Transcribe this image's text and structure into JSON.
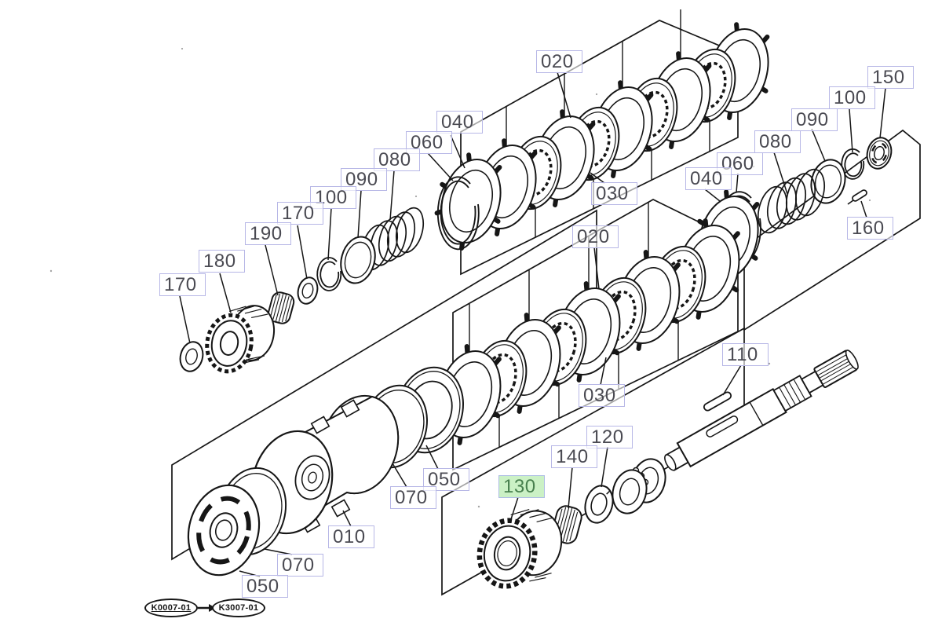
{
  "page": {
    "background": "#ffffff"
  },
  "palette": {
    "line_color": "#161616",
    "label_border": "#b7b7e6",
    "label_text": "#4a4a52",
    "label_background": "rgba(255,255,255,0.62)",
    "highlight_background": "#cbf1c5",
    "highlight_text": "#48804e"
  },
  "labels": {
    "l020a": {
      "text": "020"
    },
    "l040a": {
      "text": "040"
    },
    "l060a": {
      "text": "060"
    },
    "l080a": {
      "text": "080"
    },
    "l090a": {
      "text": "090"
    },
    "l100a": {
      "text": "100"
    },
    "l170a": {
      "text": "170"
    },
    "l190": {
      "text": "190"
    },
    "l180": {
      "text": "180"
    },
    "l170b": {
      "text": "170"
    },
    "l030a": {
      "text": "030"
    },
    "l150": {
      "text": "150"
    },
    "l100b": {
      "text": "100"
    },
    "l090b": {
      "text": "090"
    },
    "l080b": {
      "text": "080"
    },
    "l060b": {
      "text": "060"
    },
    "l040b": {
      "text": "040"
    },
    "l160": {
      "text": "160"
    },
    "l020b": {
      "text": "020"
    },
    "l030b": {
      "text": "030"
    },
    "l110": {
      "text": "110"
    },
    "l120": {
      "text": "120"
    },
    "l140": {
      "text": "140"
    },
    "l130": {
      "text": "130",
      "highlighted": true
    },
    "l050a": {
      "text": "050"
    },
    "l070a": {
      "text": "070"
    },
    "l010": {
      "text": "010"
    },
    "l070b": {
      "text": "070"
    },
    "l050b": {
      "text": "050"
    }
  },
  "stamps": {
    "left": "K0007-01",
    "right": "K3007-01"
  }
}
